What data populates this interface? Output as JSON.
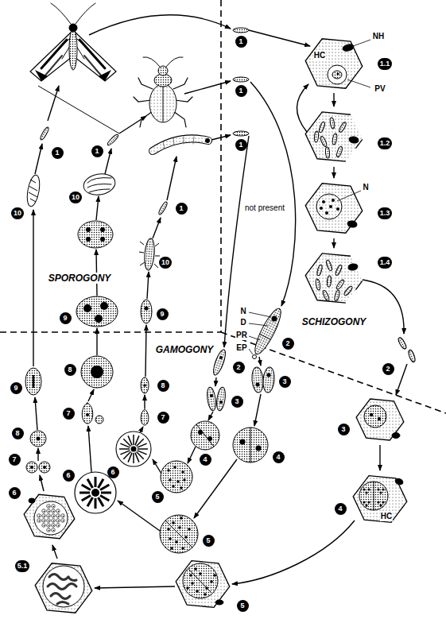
{
  "diagram": {
    "labels": [
      "1",
      "NH",
      "HC",
      "1.1",
      "PV",
      "1",
      "1.2",
      "1",
      "not present",
      "N",
      "1.3",
      "1.4",
      "SCHIZOGONY",
      "SPOROGONY",
      "GAMOGONY",
      "1",
      "10",
      "9",
      "8",
      "7",
      "6",
      "5.1",
      "1",
      "10",
      "9",
      "8",
      "7",
      "6",
      "5",
      "4",
      "3",
      "2",
      "N",
      "D",
      "PR",
      "EP",
      "1",
      "10",
      "9",
      "8",
      "7",
      "6",
      "5",
      "4",
      "3",
      "2",
      "2",
      "3",
      "4",
      "HC",
      "5"
    ]
  }
}
